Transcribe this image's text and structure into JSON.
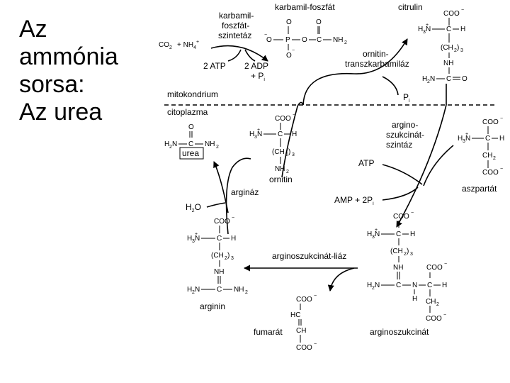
{
  "title": [
    "Az",
    "ammónia",
    "sorsa:",
    "Az urea"
  ],
  "labels": {
    "carbamoyl_phosphate": "karbamil-foszfát",
    "citrulline": "citrulin",
    "cps_enzyme": [
      "karbamil-",
      "foszfát-",
      "szintetáz"
    ],
    "co2": "CO",
    "nh4": "+ NH",
    "atp2": "2 ATP",
    "adp2": "2 ADP",
    "pi_plus": "+ P",
    "otc_enzyme": [
      "ornitin-",
      "transzkarbamiláz"
    ],
    "mitochondrion": "mitokondrium",
    "pi": "P",
    "cytoplasm": "citoplazma",
    "ass_enzyme": [
      "argino-",
      "szukcinát-",
      "szintáz"
    ],
    "urea": "urea",
    "atp": "ATP",
    "ornithine": "ornitin",
    "aspartate": "aszpartát",
    "arginase": "argináz",
    "water": "H",
    "amp": "AMP + 2P",
    "asl_enzyme": "arginoszukcinát-liáz",
    "arginine": "arginin",
    "fumarate": "fumarát",
    "argininosuccinate": "arginoszukcinát"
  }
}
